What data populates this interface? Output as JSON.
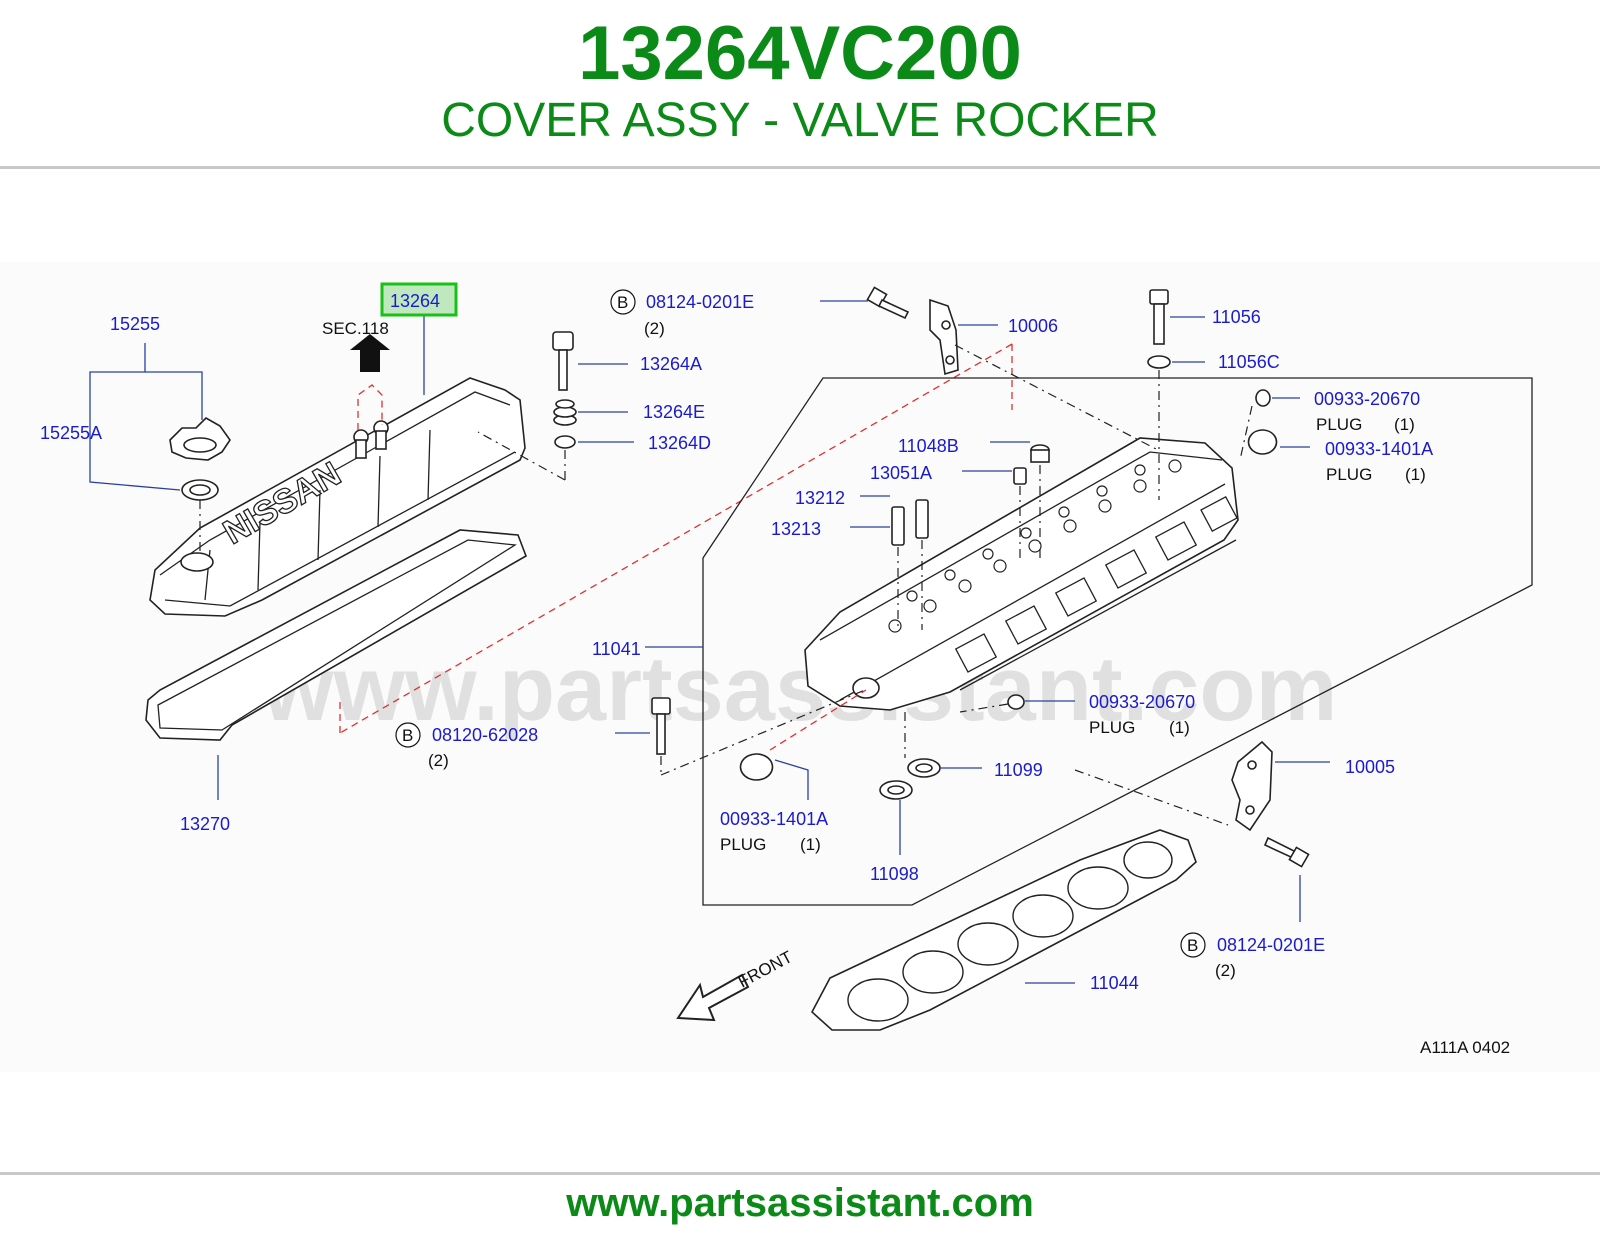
{
  "header": {
    "part_number": "13264VC200",
    "description": "COVER ASSY - VALVE ROCKER"
  },
  "watermark": "www.partsassistant.com",
  "footer": {
    "url": "www.partsassistant.com"
  },
  "diagram": {
    "code": "A111A   0402",
    "ref_section": "SEC.118",
    "front_label": "FRONT",
    "highlight_color": "#18c018",
    "labels": {
      "p13264": "13264",
      "p15255": "15255",
      "p15255A": "15255A",
      "p13270": "13270",
      "p13264A": "13264A",
      "p13264E": "13264E",
      "p13264D": "13264D",
      "p08124_top": "08124-0201E",
      "p08124_top_qty": "(2)",
      "p10006": "10006",
      "p11056": "11056",
      "p11056C": "11056C",
      "p00933_20670_a": "00933-20670",
      "plug_a": "PLUG",
      "plug_a_qty": "(1)",
      "p00933_1401A_a": "00933-1401A",
      "plug_b": "PLUG",
      "plug_b_qty": "(1)",
      "p11048B": "11048B",
      "p13051A": "13051A",
      "p13212": "13212",
      "p13213": "13213",
      "p11041": "11041",
      "p08120": "08120-62028",
      "p08120_qty": "(2)",
      "p00933_20670_b": "00933-20670",
      "plug_c": "PLUG",
      "plug_c_qty": "(1)",
      "p11099": "11099",
      "p10005": "10005",
      "p00933_1401A_b": "00933-1401A",
      "plug_d": "PLUG",
      "plug_d_qty": "(1)",
      "p11098": "11098",
      "p08124_bot": "08124-0201E",
      "p08124_bot_qty": "(2)",
      "p11044": "11044",
      "b_marker": "B"
    }
  }
}
